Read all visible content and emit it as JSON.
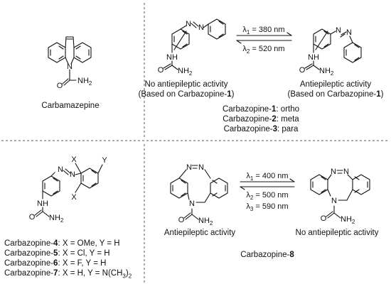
{
  "panels": {
    "top_left": {
      "atoms": {
        "n": "N",
        "o": "O",
        "nh2": "NH",
        "nh2_sub": "2"
      },
      "caption": "Carbamazepine"
    },
    "top_right": {
      "atoms": {
        "n": "N",
        "nh": "NH",
        "o": "O",
        "nh2": "NH",
        "nh2_sub": "2"
      },
      "conditions": {
        "upper": {
          "symbol": "λ",
          "sub": "1",
          "value": " = 380 nm"
        },
        "lower": {
          "symbol": "λ",
          "sub": "2",
          "value": " = 520 nm"
        }
      },
      "left_caption": {
        "line1": "No antiepileptic activity",
        "line2_pre": "(Based on Carbazopine-",
        "line2_bold": "1",
        "line2_post": ")"
      },
      "right_caption": {
        "line1": "Antiepileptic activity",
        "line2_pre": "(Based on Carbazopine-",
        "line2_bold": "1",
        "line2_post": ")"
      },
      "list": [
        {
          "name": "Carbazopine-",
          "num": "1",
          "rest": ": ortho"
        },
        {
          "name": "Carbazopine-",
          "num": "2",
          "rest": ": meta"
        },
        {
          "name": "Carbazopine-",
          "num": "3",
          "rest": ": para"
        }
      ]
    },
    "bottom_left": {
      "atoms": {
        "n": "N",
        "nh": "NH",
        "o": "O",
        "nh2": "NH",
        "nh2_sub": "2",
        "x": "X",
        "y": "Y"
      },
      "list": [
        {
          "name": "Carbazopine-",
          "num": "4",
          "rest": ": X = OMe, Y = H"
        },
        {
          "name": "Carbazopine-",
          "num": "5",
          "rest": ": X = Cl, Y = H"
        },
        {
          "name": "Carbazopine-",
          "num": "6",
          "rest": ": X = F, Y = H"
        },
        {
          "name": "Carbazopine-",
          "num": "7",
          "rest": ": X = H, Y = N(CH",
          "sub": "3",
          "rest2": ")",
          "sub2": "2"
        }
      ]
    },
    "bottom_right": {
      "atoms": {
        "n": "N",
        "o": "O",
        "nh2": "NH",
        "nh2_sub": "2"
      },
      "conditions": {
        "upper": {
          "symbol": "λ",
          "sub": "1",
          "value": " = 400 nm"
        },
        "lower1": {
          "symbol": "λ",
          "sub": "2",
          "value": " = 500 nm"
        },
        "lower2": {
          "symbol": "λ",
          "sub": "3",
          "value": " = 590 nm"
        }
      },
      "left_caption": "Antiepileptic activity",
      "right_caption": "No antiepileptic activity",
      "name_pre": "Carbazopine-",
      "name_bold": "8"
    }
  }
}
